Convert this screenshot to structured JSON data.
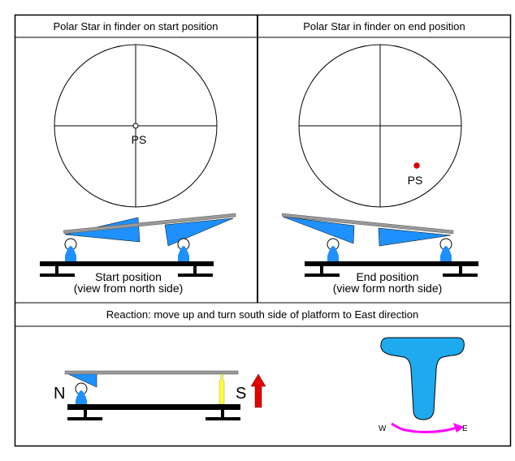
{
  "panels": {
    "start": {
      "title": "Polar Star in finder on start position",
      "star_label": "PS",
      "caption_line1": "Start position",
      "caption_line2": "(view from north side)"
    },
    "end": {
      "title": "Polar Star in finder on end position",
      "star_label": "PS",
      "caption_line1": "End position",
      "caption_line2": "(view form north side)"
    },
    "reaction": {
      "title": "Reaction: move up and turn south side of platform to East direction",
      "north_label": "N",
      "south_label": "S",
      "west_label": "W",
      "east_label": "E"
    }
  },
  "colors": {
    "support_blue": "#1e90ff",
    "platform_grey": "#999999",
    "star_red": "#e00000",
    "arrow_red": "#e00000",
    "support_yellow": "#ffff33",
    "turn_arrow_magenta": "#ff00ff",
    "finder_body_blue": "#1eaaee"
  }
}
